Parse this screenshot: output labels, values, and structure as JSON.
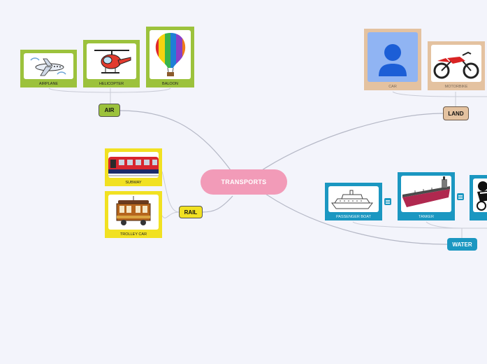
{
  "root": {
    "label": "TRANSPORTS",
    "color": "#f29bb8"
  },
  "branches": {
    "air": {
      "label": "AIR",
      "color": "#9cc23c",
      "items": [
        "AIRPLANE",
        "HELICOPTER",
        "BALOON"
      ]
    },
    "rail": {
      "label": "RAIL",
      "color": "#f1e122",
      "items": [
        "SUBWAY",
        "TROLLEY CAR"
      ]
    },
    "land": {
      "label": "LAND",
      "color": "#e4c2a0",
      "items": [
        "CAR",
        "MOTORBIKE"
      ]
    },
    "water": {
      "label": "WATER",
      "color": "#1b97c1",
      "items": [
        "PASSENGER BOAT",
        "TANKER",
        ""
      ]
    }
  },
  "icons": {
    "airplane": "airplane-icon",
    "helicopter": "helicopter-icon",
    "balloon": "hot-air-balloon-icon",
    "subway": "subway-train-icon",
    "trolley": "trolley-car-icon",
    "car": "person-placeholder-icon",
    "motorbike": "motorbike-icon",
    "boat": "passenger-boat-icon",
    "tanker": "tanker-ship-icon",
    "motorcycle_race": "motorcycle-racer-icon",
    "note": "note-icon"
  }
}
